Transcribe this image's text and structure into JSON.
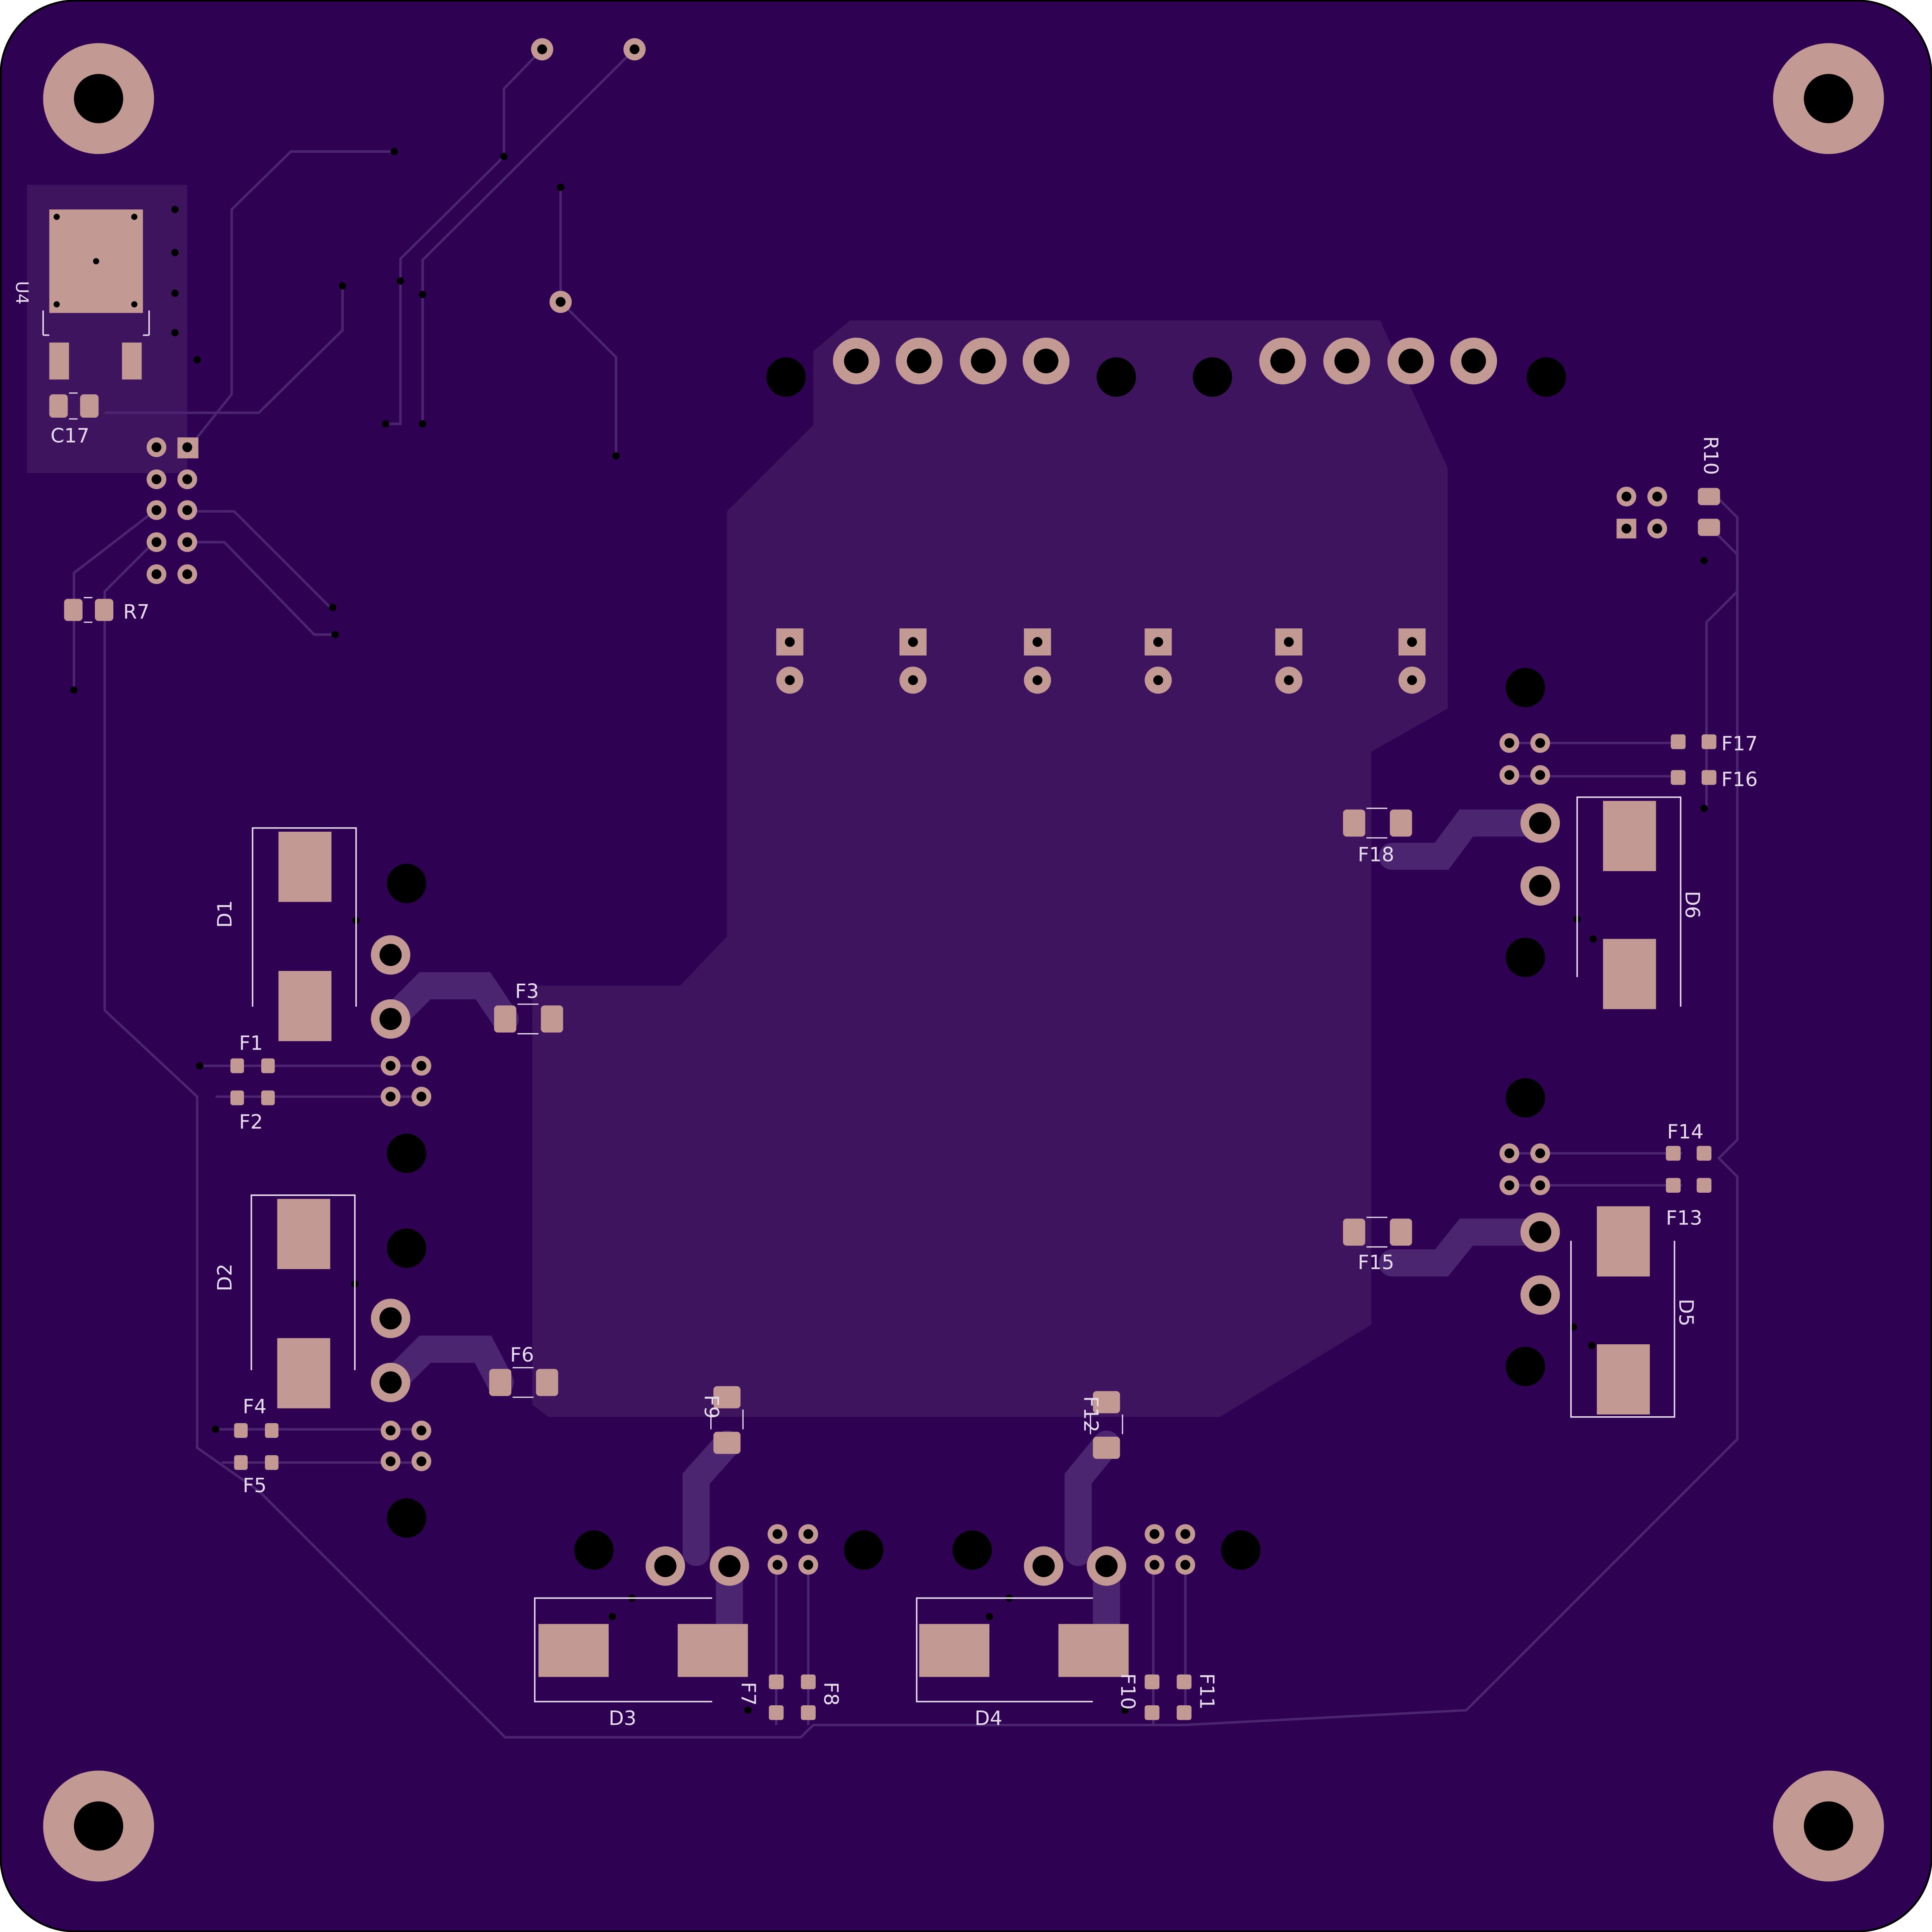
{
  "board": {
    "colors": {
      "substrate": "#2f0152",
      "copper_pour": "#3e145f",
      "trace": "#4b2570",
      "pad": "#c39a93",
      "drill": "#000000",
      "silkscreen": "#e6dcec",
      "outline": "#000000"
    },
    "labels": {
      "u4": "U4",
      "c17": "C17",
      "r7": "R7",
      "r10": "R10",
      "d1": "D1",
      "d2": "D2",
      "d3": "D3",
      "d4": "D4",
      "d5": "D5",
      "d6": "D6",
      "f1": "F1",
      "f2": "F2",
      "f3": "F3",
      "f4": "F4",
      "f5": "F5",
      "f6": "F6",
      "f7": "F7",
      "f8": "F8",
      "f9": "F9",
      "f10": "F10",
      "f11": "F11",
      "f12": "F12",
      "f13": "F13",
      "f14": "F14",
      "f15": "F15",
      "f16": "F16",
      "f17": "F17",
      "f18": "F18"
    }
  }
}
